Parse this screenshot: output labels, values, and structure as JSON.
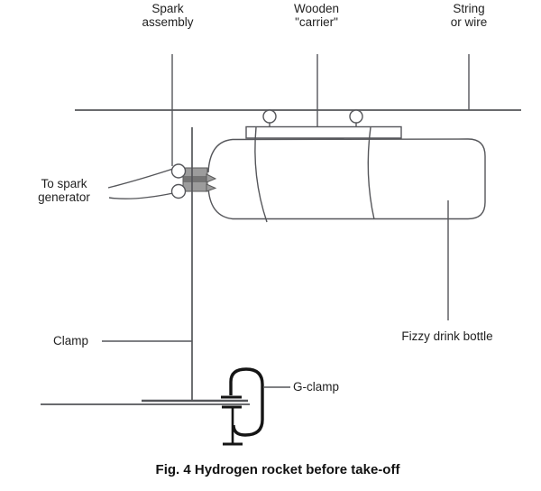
{
  "figure": {
    "caption": "Fig. 4 Hydrogen rocket before take-off",
    "labels": {
      "spark_assembly": {
        "line1": "Spark",
        "line2": "assembly"
      },
      "wooden_carrier": {
        "line1": "Wooden",
        "line2": "\"carrier\""
      },
      "string_or_wire": {
        "line1": "String",
        "line2": "or wire"
      },
      "to_spark_generator": {
        "line1": "To spark",
        "line2": "generator"
      },
      "clamp": "Clamp",
      "fizzy_drink_bottle": "Fizzy drink bottle",
      "g_clamp": "G-clamp"
    },
    "colors": {
      "line": "#55565a",
      "text": "#1f1f1f",
      "plug_fill": "#9c9c9c",
      "plug_dark": "#747474",
      "clamp_stroke": "#151515",
      "background": "#ffffff"
    }
  }
}
